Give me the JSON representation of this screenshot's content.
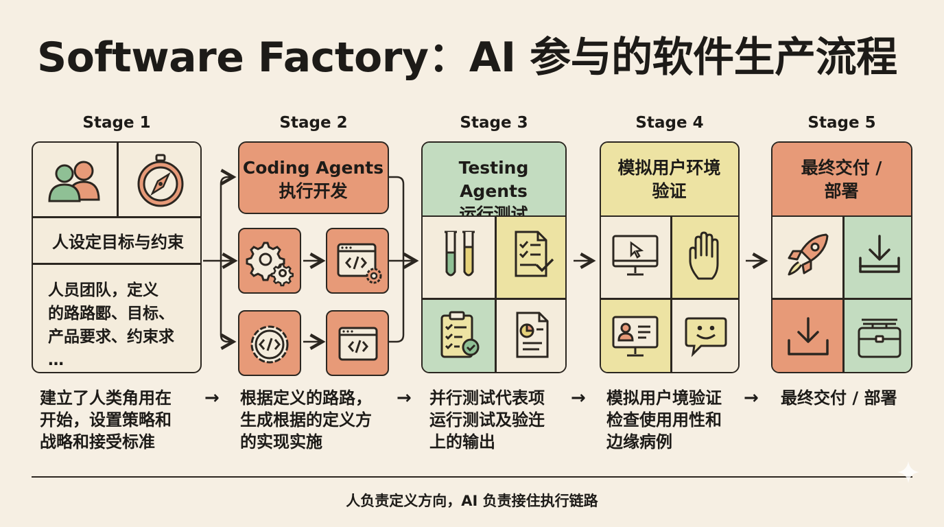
{
  "title": "Software Factory：AI 参与的软件生产流程",
  "stages": [
    {
      "label": "Stage 1",
      "box_text": "人设定目标与约束",
      "detail_lines": [
        "人员团队，定义",
        "的路路郾、目标、",
        "产品要求、约束求",
        "…"
      ],
      "desc_lines": [
        "建立了人类角用在",
        "开始，设置策略和",
        "战略和接受标准"
      ],
      "icons": [
        "people-icon",
        "compass-icon"
      ]
    },
    {
      "label": "Stage 2",
      "header_lines": [
        "Coding Agents",
        "执行开发"
      ],
      "desc_lines": [
        "根据定义的路路，",
        "生成根据的定义方",
        "的实现实施"
      ],
      "icons": [
        "gears-icon",
        "code-window-gear-icon",
        "code-gear-icon",
        "code-window-icon"
      ]
    },
    {
      "label": "Stage 3",
      "header_lines": [
        "Testing Agents",
        "运行测试"
      ],
      "desc_lines": [
        "并行测试代表项",
        "运行测试及验迕",
        "上的输出"
      ],
      "icons": [
        "test-tubes-icon",
        "checklist-document-icon",
        "clipboard-check-icon",
        "report-chart-icon"
      ]
    },
    {
      "label": "Stage 4",
      "header_lines": [
        "模拟用户环境",
        "验证"
      ],
      "desc_lines": [
        "模拟用户境验证",
        "检查使用用性和",
        "边缘病例"
      ],
      "icons": [
        "monitor-cursor-icon",
        "hand-icon",
        "user-profile-monitor-icon",
        "chat-smile-icon"
      ]
    },
    {
      "label": "Stage 5",
      "header_lines": [
        "最终交付 /",
        "部署"
      ],
      "desc_lines": [
        "最终交付 / 部署"
      ],
      "icons": [
        "rocket-icon",
        "download-tray-icon",
        "download-icon",
        "briefcase-icon"
      ]
    }
  ],
  "arrow_glyph": "→",
  "footer": "人负责定义方向，AI 负责接住执行链路",
  "colors": {
    "background": "#f6efe3",
    "orange": "#e79a78",
    "green": "#c3dcc0",
    "yellow": "#ede3a3",
    "cream": "#f4ecdc",
    "ink": "#2b2620"
  }
}
